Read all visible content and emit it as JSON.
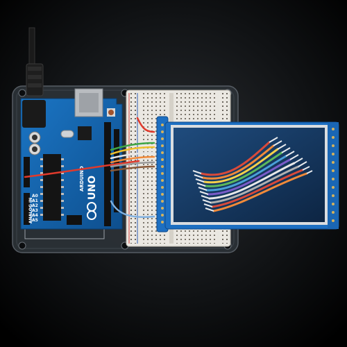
{
  "board": {
    "logo_text": "UNO",
    "maker_text": "ARDUINO",
    "analog_label": "ANALOG IN",
    "analog_pins": [
      "A0",
      "A1",
      "A2",
      "A3",
      "A4",
      "A5"
    ]
  },
  "colors": {
    "background": "#000000",
    "board_blue": "#1566b0",
    "acrylic": "#2b3136",
    "breadboard": "#e9e7e1",
    "breakout_blue": "#1d6fc2",
    "screen_bg": "#15365e"
  },
  "wire_colors": [
    "#e03a2c",
    "#f0c02c",
    "#3fa645",
    "#e6e6e6",
    "#7fb0e0",
    "#8a8a8a",
    "#c04040"
  ],
  "ribbon_colors": [
    "#d94a3a",
    "#f08a3a",
    "#f4d04a",
    "#5cb85c",
    "#4aa0d8",
    "#7a5cc8",
    "#e8e8e8",
    "#b0b0b0"
  ]
}
